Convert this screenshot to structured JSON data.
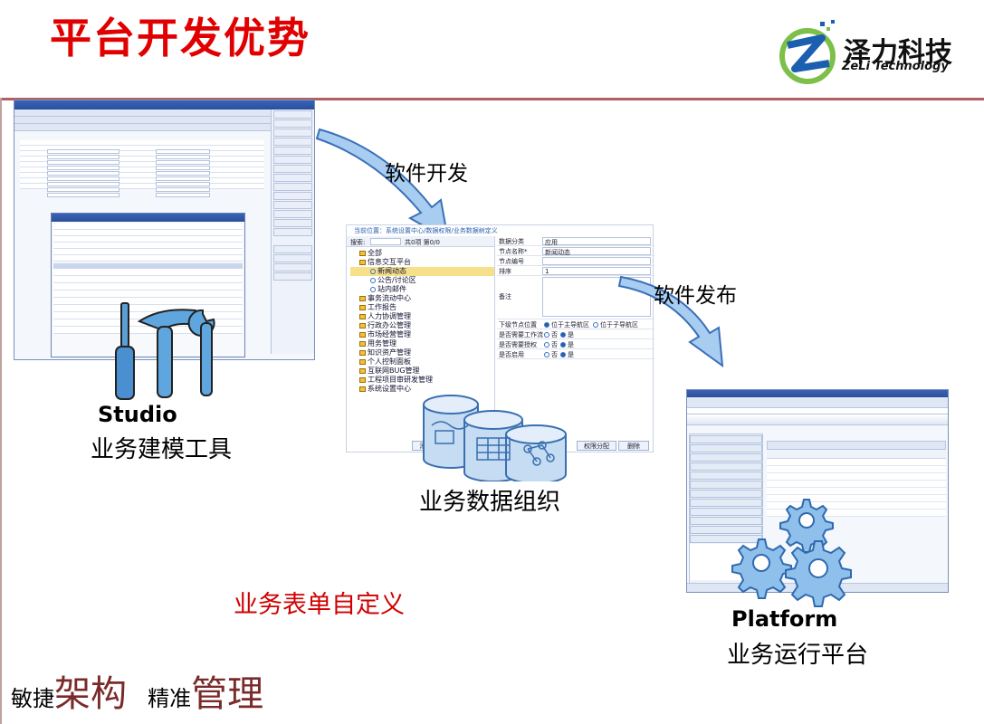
{
  "slide": {
    "title": "平台开发优势"
  },
  "logo": {
    "name_cn": "泽力科技",
    "name_en": "ZeLi Technology"
  },
  "labels": {
    "studio_en": "Studio",
    "studio_cn": "业务建模工具",
    "software_dev": "软件开发",
    "software_release": "软件发布",
    "data_org": "业务数据组织",
    "platform_en": "Platform",
    "platform_cn": "业务运行平台",
    "form_custom": "业务表单自定义"
  },
  "slogan": {
    "s1": "敏捷",
    "b1": "架构",
    "s2": "精准",
    "b2": "管理"
  },
  "middle_screenshot": {
    "location": "当前位置：系统设置中心/数据权限/业务数据树定义",
    "search_label": "搜索:",
    "count_text": "共0项 第0/0",
    "tree": [
      "全部",
      "信息交互平台",
      "新闻动态",
      "公告/讨论区",
      "站内邮件",
      "事务流动中心",
      "工作报告",
      "人力协调管理",
      "行政办公管理",
      "市场经营管理",
      "用务管理",
      "知识资产管理",
      "个人控制面板",
      "互联网BUG管理",
      "工程项目审研发管理",
      "系统设置中心"
    ],
    "form_fields": [
      {
        "label": "数据分类",
        "value": "应用"
      },
      {
        "label": "节点名称*",
        "value": "新闻动态"
      },
      {
        "label": "节点编号",
        "value": ""
      },
      {
        "label": "排序",
        "value": "1"
      },
      {
        "label": "备注",
        "value": ""
      }
    ],
    "radio_fields": [
      {
        "label": "下级节点位置",
        "opt1": "位于主导航区",
        "opt2": "位于子导航区"
      },
      {
        "label": "是否需要工作流",
        "opt1": "否",
        "opt2": "是"
      },
      {
        "label": "是否需要授权",
        "opt1": "否",
        "opt2": "是"
      },
      {
        "label": "是否启用",
        "opt1": "否",
        "opt2": "是"
      }
    ],
    "buttons": [
      "添",
      "权限分配",
      "删除"
    ]
  }
}
